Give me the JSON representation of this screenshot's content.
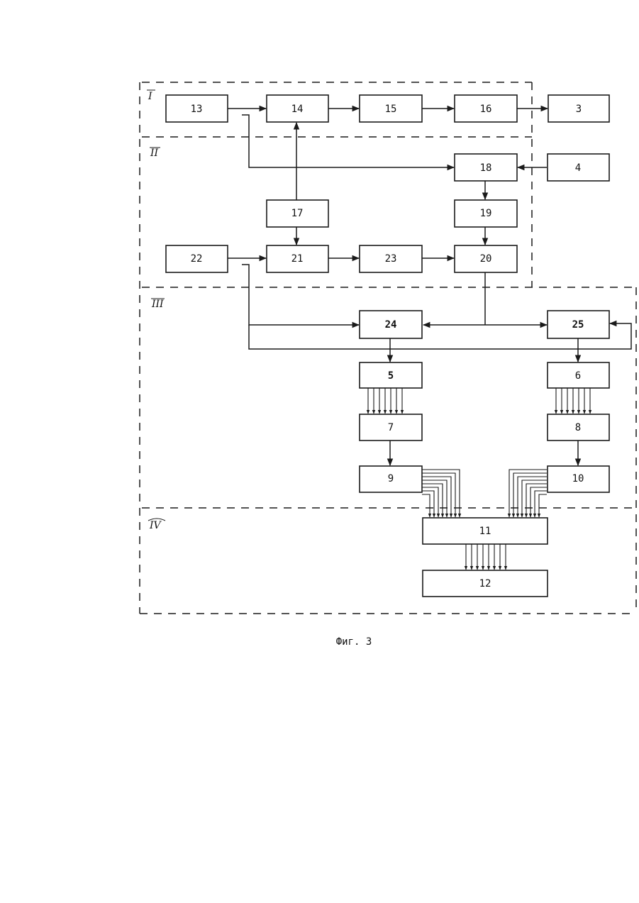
{
  "diagram": {
    "caption": "Фиг. 3",
    "zones": [
      "I",
      "II",
      "III",
      "IV"
    ],
    "blocks": [
      "13",
      "14",
      "15",
      "16",
      "3",
      "18",
      "4",
      "17",
      "19",
      "22",
      "21",
      "23",
      "20",
      "24",
      "25",
      "5",
      "6",
      "7",
      "8",
      "9",
      "10",
      "11",
      "12"
    ]
  }
}
